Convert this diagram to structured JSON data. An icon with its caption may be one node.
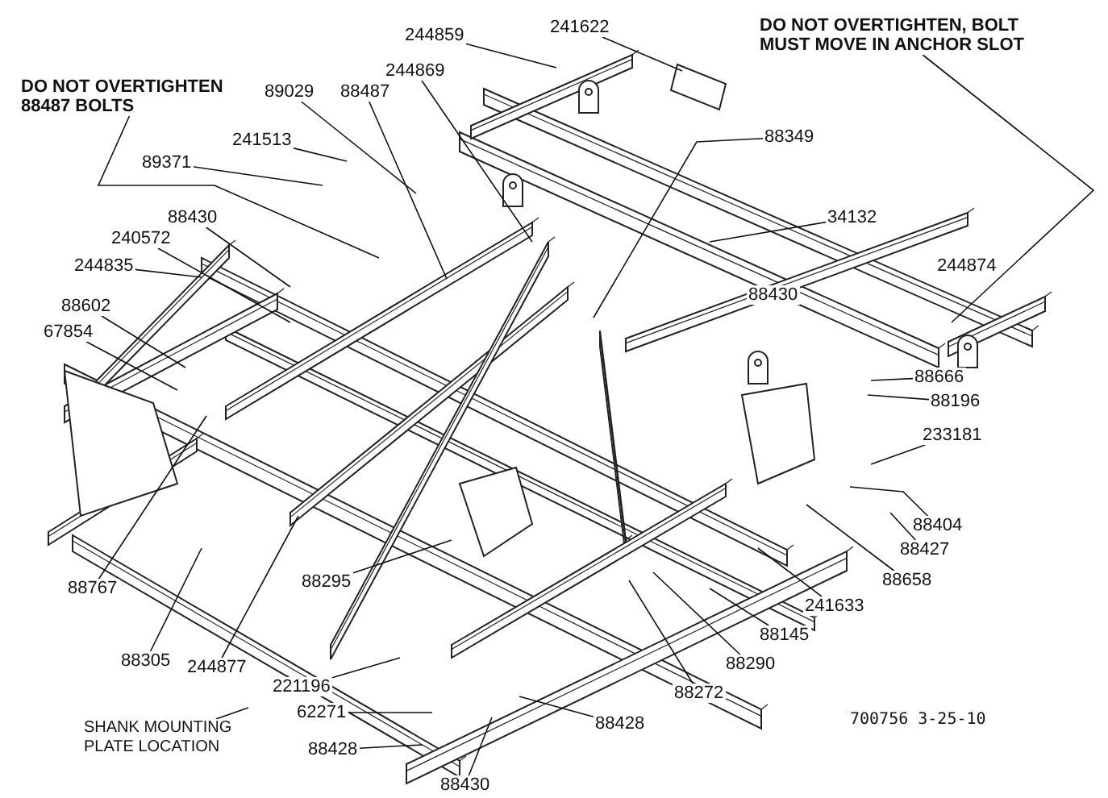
{
  "diagram": {
    "nodes": [
      {
        "text": [
          "DO NOT OVERTIGHTEN 88487 BOLTS"
        ]
      },
      {
        "text": [
          "89029"
        ]
      },
      {
        "text": [
          "88487"
        ]
      },
      {
        "text": [
          "244859"
        ]
      },
      {
        "text": [
          "241622"
        ]
      },
      {
        "text": [
          "244869"
        ]
      },
      {
        "text": [
          "241513"
        ]
      },
      {
        "text": [
          "88349"
        ]
      },
      {
        "text": [
          "89371"
        ]
      },
      {
        "text": [
          "88430"
        ]
      },
      {
        "text": [
          "240572"
        ]
      },
      {
        "text": [
          "34132"
        ]
      },
      {
        "text": [
          "244835"
        ]
      },
      {
        "text": [
          "244874"
        ]
      },
      {
        "text": [
          "DO NOT OVERTIGHTEN, BOLT MUST MOVE IN ANCHOR SLOT"
        ]
      },
      {
        "text": [
          "88602"
        ]
      },
      {
        "text": [
          "88430"
        ]
      },
      {
        "text": [
          "67854"
        ]
      },
      {
        "text": [
          "88666"
        ]
      },
      {
        "text": [
          "88196"
        ]
      },
      {
        "text": [
          "233181"
        ]
      },
      {
        "text": [
          "88404"
        ]
      },
      {
        "text": [
          "88427"
        ]
      },
      {
        "text": [
          "88658"
        ]
      },
      {
        "text": [
          "88767"
        ]
      },
      {
        "text": [
          "88295"
        ]
      },
      {
        "text": [
          "241633"
        ]
      },
      {
        "text": [
          "88145"
        ]
      },
      {
        "text": [
          "88305"
        ]
      },
      {
        "text": [
          "244877"
        ]
      },
      {
        "text": [
          "88290"
        ]
      },
      {
        "text": [
          "221196"
        ]
      },
      {
        "text": [
          "88272"
        ]
      },
      {
        "text": [
          "SHANK MOUNTING PLATE LOCATION"
        ]
      },
      {
        "text": [
          "62271"
        ]
      },
      {
        "text": [
          "88428"
        ]
      },
      {
        "text": [
          "88428"
        ]
      },
      {
        "text": [
          "88430"
        ]
      }
    ],
    "edges": [
      {
        "from": 0,
        "to": null,
        "arrow": "none"
      },
      {
        "from": 1,
        "to": null,
        "arrow": "none"
      },
      {
        "from": 2,
        "to": null,
        "arrow": "none"
      },
      {
        "from": 3,
        "to": null,
        "arrow": "none"
      },
      {
        "from": 4,
        "to": null,
        "arrow": "none"
      },
      {
        "from": 5,
        "to": null,
        "arrow": "none"
      },
      {
        "from": 6,
        "to": null,
        "arrow": "none"
      },
      {
        "from": 7,
        "to": null,
        "arrow": "none"
      },
      {
        "from": 8,
        "to": null,
        "arrow": "none"
      },
      {
        "from": 9,
        "to": null,
        "arrow": "none"
      },
      {
        "from": 10,
        "to": null,
        "arrow": "none"
      },
      {
        "from": 11,
        "to": null,
        "arrow": "none"
      },
      {
        "from": 12,
        "to": null,
        "arrow": "none"
      },
      {
        "from": 14,
        "to": null,
        "arrow": "none"
      },
      {
        "from": 15,
        "to": null,
        "arrow": "none"
      },
      {
        "from": 17,
        "to": null,
        "arrow": "none"
      },
      {
        "from": 18,
        "to": null,
        "arrow": "none"
      },
      {
        "from": 19,
        "to": null,
        "arrow": "none"
      },
      {
        "from": 20,
        "to": null,
        "arrow": "none"
      },
      {
        "from": 21,
        "to": null,
        "arrow": "none"
      },
      {
        "from": 22,
        "to": null,
        "arrow": "none"
      },
      {
        "from": 23,
        "to": null,
        "arrow": "none"
      },
      {
        "from": 24,
        "to": null,
        "arrow": "none"
      },
      {
        "from": 25,
        "to": null,
        "arrow": "none"
      },
      {
        "from": 26,
        "to": null,
        "arrow": "none"
      },
      {
        "from": 27,
        "to": null,
        "arrow": "none"
      },
      {
        "from": 28,
        "to": null,
        "arrow": "none"
      },
      {
        "from": 29,
        "to": null,
        "arrow": "none"
      },
      {
        "from": 30,
        "to": null,
        "arrow": "none"
      },
      {
        "from": 31,
        "to": null,
        "arrow": "none"
      },
      {
        "from": 32,
        "to": null,
        "arrow": "none"
      },
      {
        "from": 33,
        "to": null,
        "arrow": "none"
      },
      {
        "from": 34,
        "to": null,
        "arrow": "none"
      },
      {
        "from": 35,
        "to": null,
        "arrow": "none"
      },
      {
        "from": 36,
        "to": null,
        "arrow": "none"
      },
      {
        "from": 37,
        "to": null,
        "arrow": "none"
      }
    ],
    "labels": [
      "700756 3-25-10"
    ]
  }
}
